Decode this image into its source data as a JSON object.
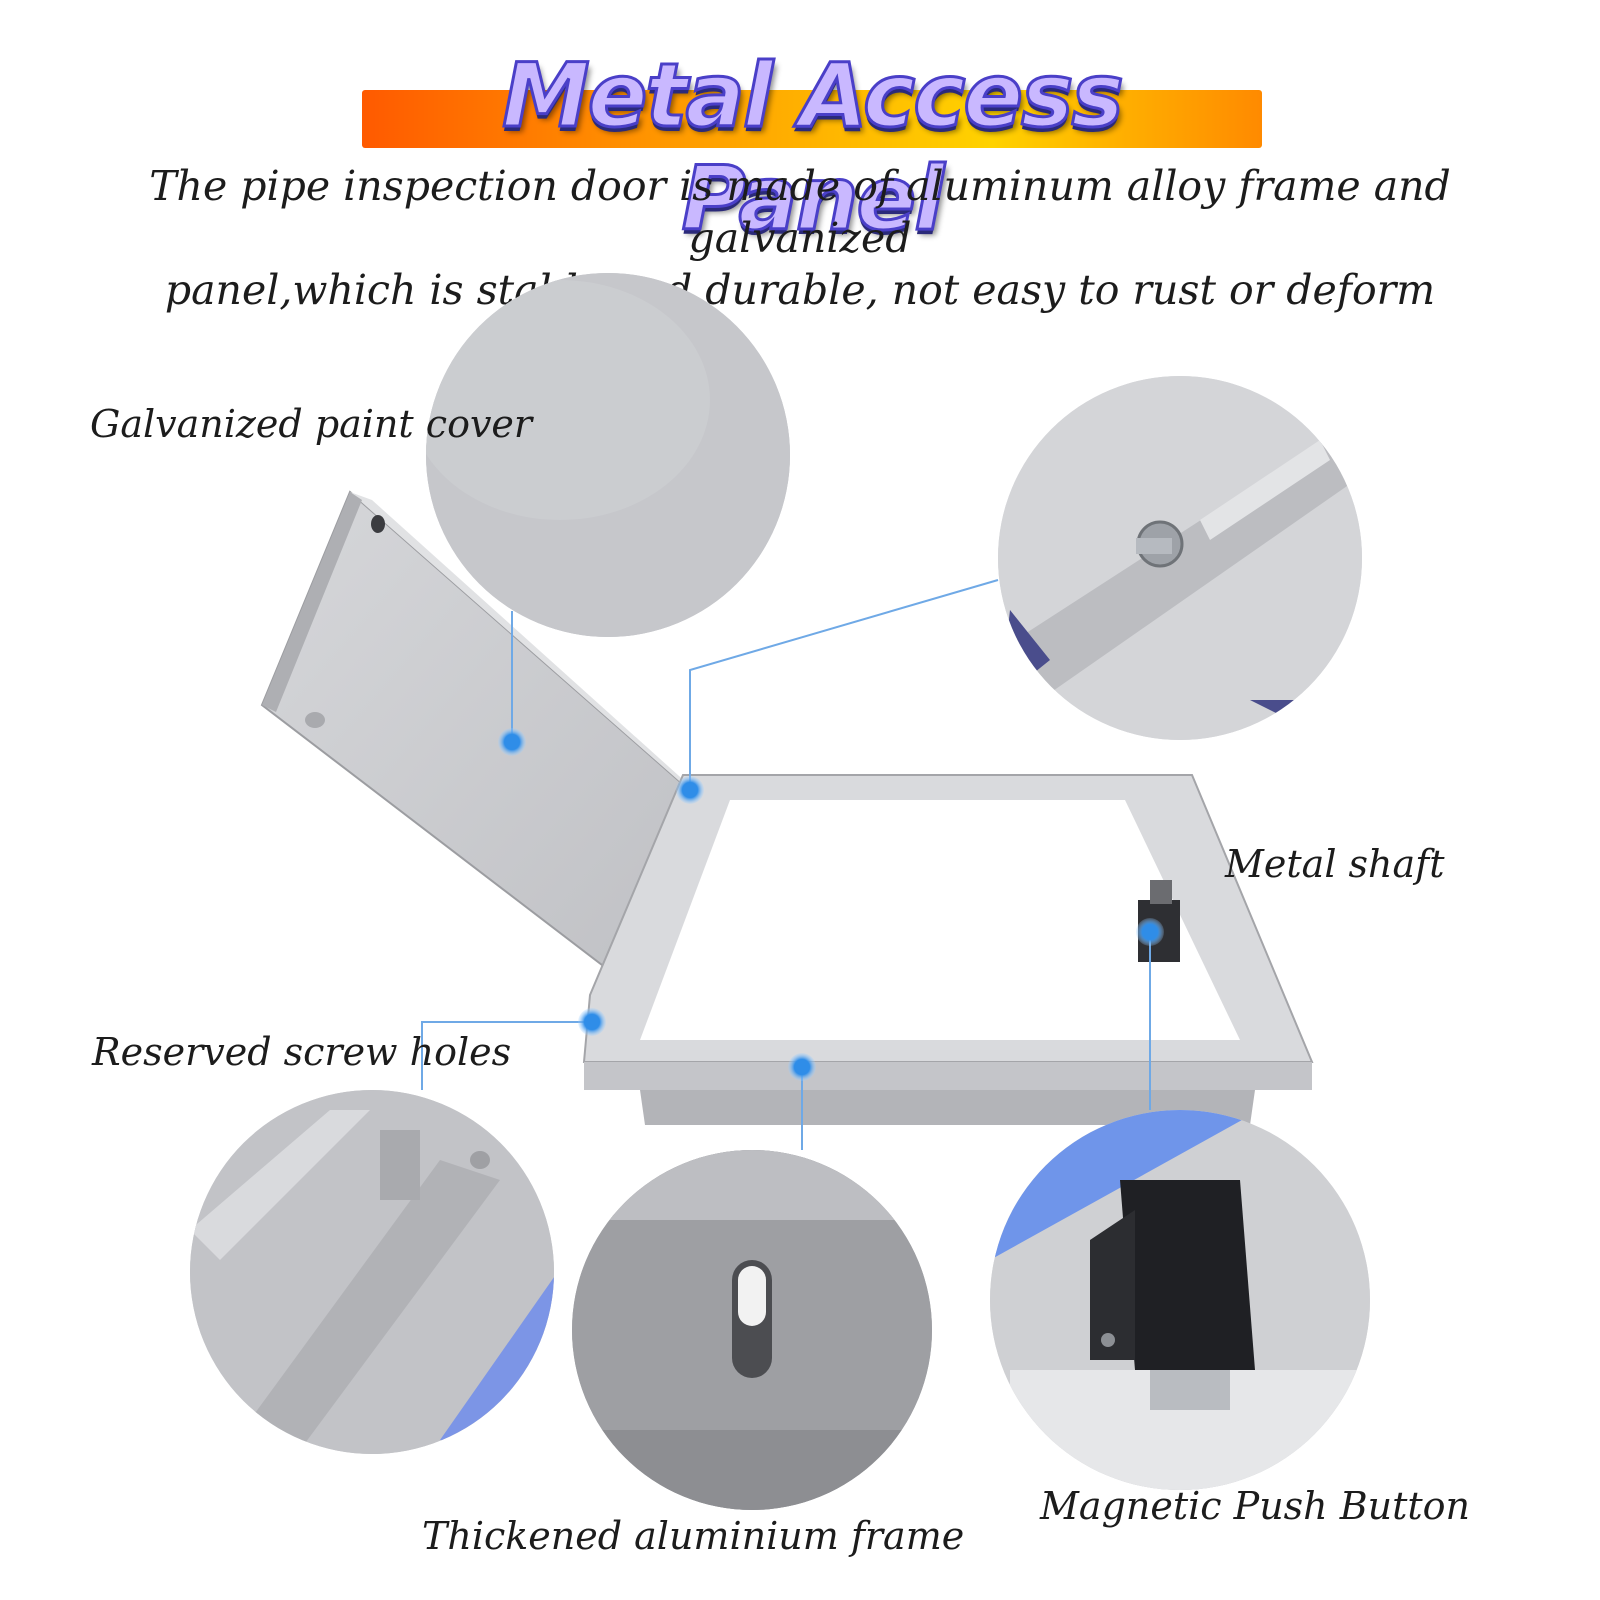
{
  "title": "Metal Access Panel",
  "subtitle_line1": "The pipe inspection door is made of aluminum alloy frame and galvanized",
  "subtitle_line2": "panel,which is stable and durable, not easy to rust or deform",
  "callouts": {
    "galvanized_cover": "Galvanized paint cover",
    "metal_shaft": "Metal shaft",
    "screw_holes": "Reserved screw holes",
    "aluminium_frame": "Thickened aluminium frame",
    "push_button": "Magnetic Push Button"
  },
  "colors": {
    "accent_dot": "#2f8de8",
    "leader_line": "#6fa9e6",
    "panel_grey": "#c9cacd",
    "title_bar": "#ff8a00",
    "title_text": "#c9b8ff"
  }
}
